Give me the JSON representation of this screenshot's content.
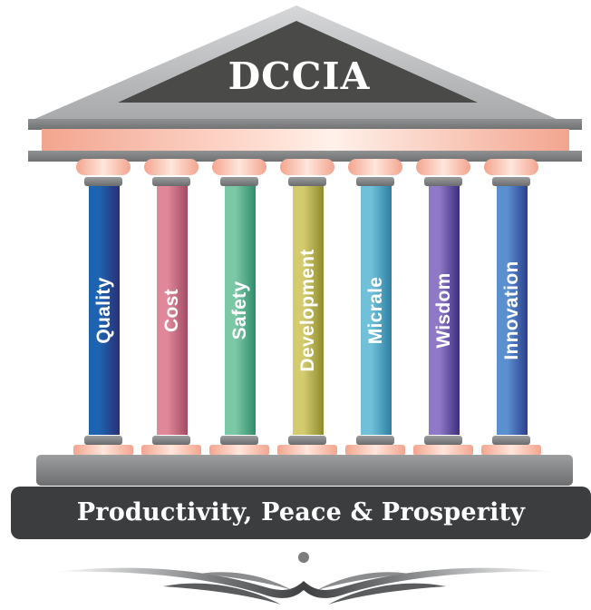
{
  "roof": {
    "title": "DCCIA"
  },
  "pillars": [
    {
      "label": "Quality",
      "colors": [
        "#1e63b0",
        "#2a2f74"
      ]
    },
    {
      "label": "Cost",
      "colors": [
        "#e0889a",
        "#a14a63"
      ]
    },
    {
      "label": "Safety",
      "colors": [
        "#7cc7a5",
        "#2f8c6b"
      ]
    },
    {
      "label": "Development",
      "colors": [
        "#d3cb6e",
        "#8d8b2f"
      ]
    },
    {
      "label": "Micrale",
      "colors": [
        "#6fc0d8",
        "#2d7fa3"
      ]
    },
    {
      "label": "Wisdom",
      "colors": [
        "#8f79c7",
        "#3a2e7e"
      ]
    },
    {
      "label": "Innovation",
      "colors": [
        "#5a8fd0",
        "#2c3e8f"
      ]
    }
  ],
  "motto": "Productivity, Peace & Prosperity",
  "colors": {
    "roof_gray": "#c2c4c6",
    "roof_dark": "#4a4a48",
    "banner": "#3c3d3f",
    "accent_pink": "#f3a58f"
  }
}
